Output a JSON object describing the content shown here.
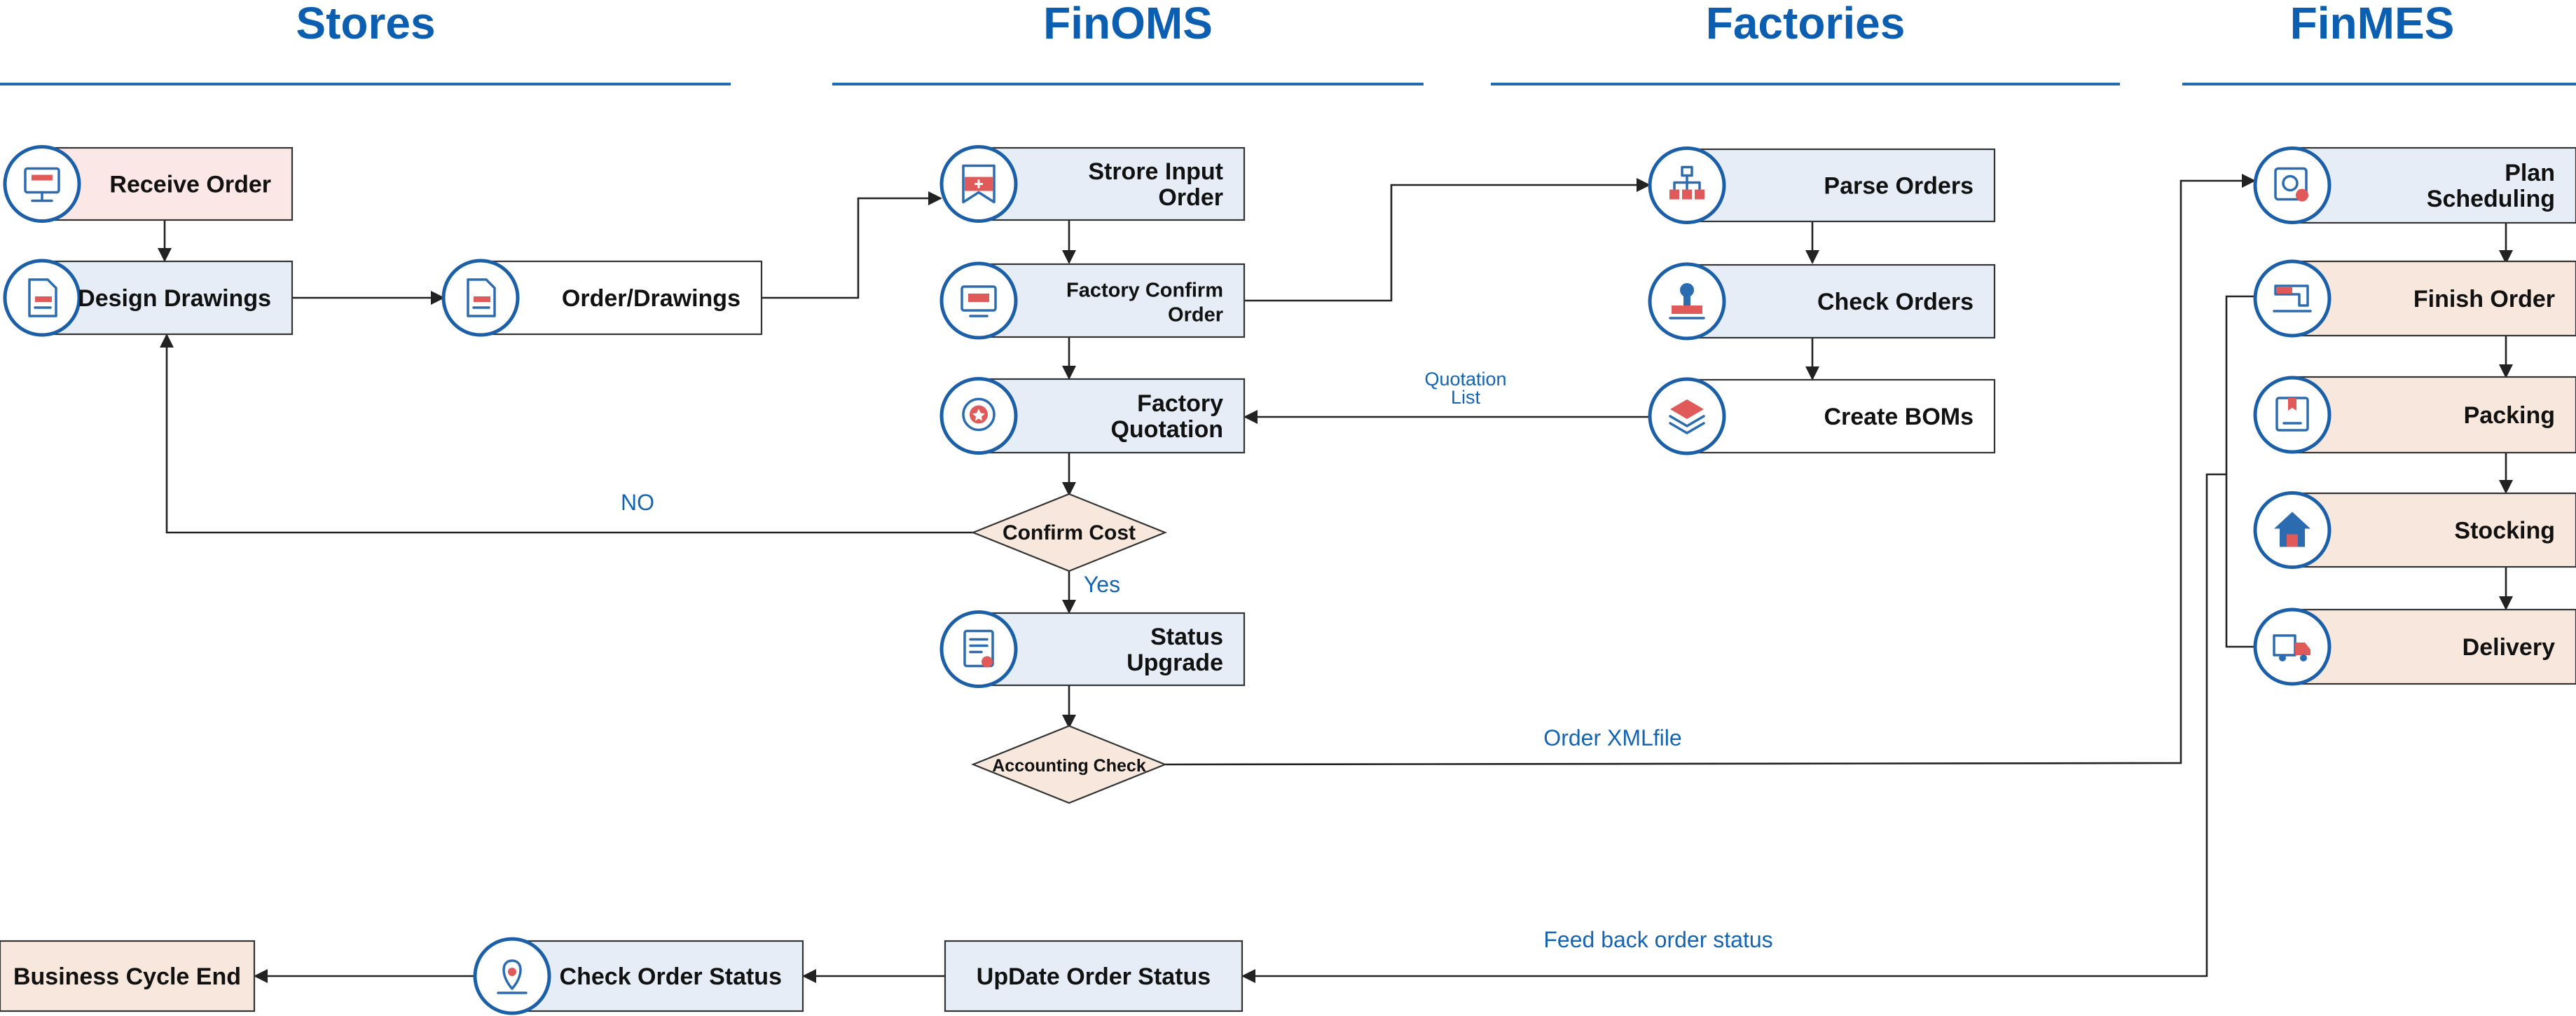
{
  "colors": {
    "title": "#0b5eb0",
    "lane_line": "#1f6ab8",
    "box_blue": "#e6edf6",
    "box_pink": "#fbe7e6",
    "box_peach": "#f8e7dc",
    "box_white": "#ffffff",
    "box_stroke": "#333333",
    "edge_label": "#1464b4",
    "icon_blue": "#2b6cb0",
    "icon_red": "#e05a5a"
  },
  "lanes": [
    {
      "id": "stores",
      "title": "Stores"
    },
    {
      "id": "finoms",
      "title": "FinOMS"
    },
    {
      "id": "factories",
      "title": "Factories"
    },
    {
      "id": "finmes",
      "title": "FinMES"
    }
  ],
  "nodes": {
    "receive_order": {
      "lines": [
        "Receive Order"
      ],
      "icon": "monitor-icon",
      "fill": "pink"
    },
    "design_drawings": {
      "lines": [
        "Design Drawings"
      ],
      "icon": "document-icon",
      "fill": "blue"
    },
    "order_drawings": {
      "lines": [
        "Order/Drawings"
      ],
      "icon": "document-icon",
      "fill": "white"
    },
    "store_input_order": {
      "lines": [
        "Strore Input",
        "Order"
      ],
      "icon": "bookmark-icon",
      "fill": "blue"
    },
    "factory_confirm_order": {
      "lines": [
        "Factory Confirm",
        "Order"
      ],
      "icon": "screen-icon",
      "fill": "blue"
    },
    "factory_quotation": {
      "lines": [
        "Factory",
        "Quotation"
      ],
      "icon": "badge-icon",
      "fill": "blue"
    },
    "status_upgrade": {
      "lines": [
        "Status",
        "Upgrade"
      ],
      "icon": "certificate-icon",
      "fill": "blue"
    },
    "parse_orders": {
      "lines": [
        "Parse Orders"
      ],
      "icon": "hierarchy-icon",
      "fill": "blue"
    },
    "check_orders": {
      "lines": [
        "Check Orders"
      ],
      "icon": "stamp-icon",
      "fill": "blue"
    },
    "create_boms": {
      "lines": [
        "Create BOMs"
      ],
      "icon": "layers-icon",
      "fill": "white"
    },
    "plan_scheduling": {
      "lines": [
        "Plan",
        "Scheduling"
      ],
      "icon": "safe-gear-icon",
      "fill": "blue"
    },
    "finish_order": {
      "lines": [
        "Finish Order"
      ],
      "icon": "sewing-machine-icon",
      "fill": "peach"
    },
    "packing": {
      "lines": [
        "Packing"
      ],
      "icon": "package-icon",
      "fill": "peach"
    },
    "stocking": {
      "lines": [
        "Stocking"
      ],
      "icon": "warehouse-icon",
      "fill": "peach"
    },
    "delivery": {
      "lines": [
        "Delivery"
      ],
      "icon": "truck-icon",
      "fill": "peach"
    },
    "update_order_status": {
      "lines": [
        "UpDate Order Status"
      ],
      "icon": "",
      "fill": "blue"
    },
    "check_order_status": {
      "lines": [
        "Check Order Status"
      ],
      "icon": "location-pin-icon",
      "fill": "blue"
    },
    "business_cycle_end": {
      "lines": [
        "Business Cycle End"
      ],
      "icon": "",
      "fill": "peach"
    }
  },
  "decisions": {
    "confirm_cost": {
      "label": "Confirm Cost"
    },
    "accounting_check": {
      "label": "Accounting Check"
    }
  },
  "edge_labels": {
    "no": "NO",
    "yes": "Yes",
    "quotation_list": [
      "Quotation",
      "List"
    ],
    "order_xmlfile": "Order XMLfile",
    "feed_back": "Feed back order status"
  }
}
